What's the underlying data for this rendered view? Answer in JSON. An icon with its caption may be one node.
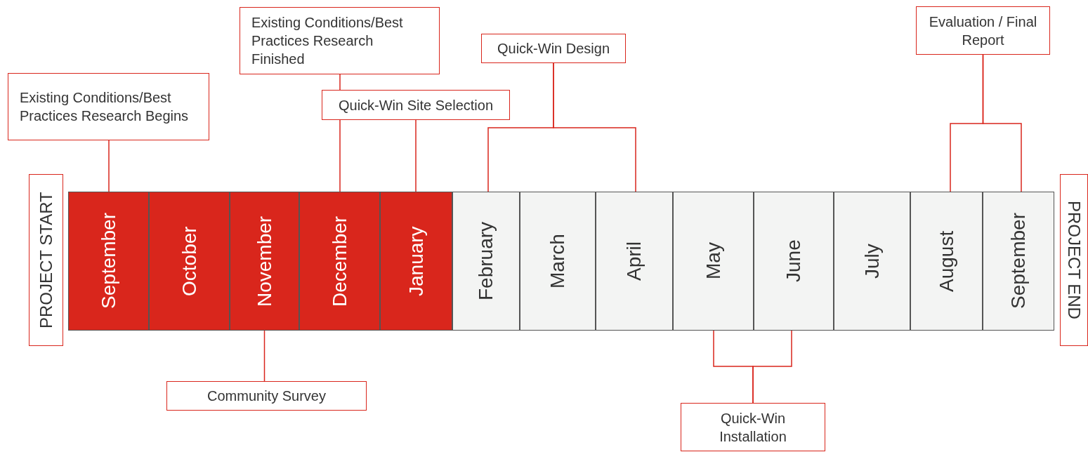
{
  "diagram": {
    "nodes": [
      {
        "text": [
          "PROJECT START"
        ]
      },
      {
        "text": [
          "Existing Conditions/Best Practices Research Begins"
        ]
      },
      {
        "text": [
          "Existing Conditions/Best Practices Research Finished"
        ]
      },
      {
        "text": [
          "Quick-Win Site Selection"
        ]
      },
      {
        "text": [
          "Quick-Win Design"
        ]
      },
      {
        "text": [
          "Evaluation / Final Report"
        ]
      },
      {
        "text": [
          "September"
        ]
      },
      {
        "text": [
          "October"
        ]
      },
      {
        "text": [
          "November"
        ]
      },
      {
        "text": [
          "December"
        ]
      },
      {
        "text": [
          "January"
        ]
      },
      {
        "text": [
          "February"
        ]
      },
      {
        "text": [
          "March"
        ]
      },
      {
        "text": [
          "April"
        ]
      },
      {
        "text": [
          "May"
        ]
      },
      {
        "text": [
          "June"
        ]
      },
      {
        "text": [
          "July"
        ]
      },
      {
        "text": [
          "August"
        ]
      },
      {
        "text": [
          "September"
        ]
      },
      {
        "text": [
          "PROJECT END"
        ]
      },
      {
        "text": [
          "Community Survey"
        ]
      },
      {
        "text": [
          "Quick-Win Installation"
        ]
      }
    ],
    "edges": [
      {
        "from": 1,
        "to": 6,
        "arrow": "none"
      },
      {
        "from": 2,
        "to": 9,
        "arrow": "none"
      },
      {
        "from": 3,
        "to": 10,
        "arrow": "none"
      },
      {
        "from": 4,
        "to": 11,
        "arrow": "none"
      },
      {
        "from": 4,
        "to": 13,
        "arrow": "none"
      },
      {
        "from": 5,
        "to": 17,
        "arrow": "none"
      },
      {
        "from": 5,
        "to": 18,
        "arrow": "none"
      },
      {
        "from": 20,
        "to": 8,
        "arrow": "none"
      },
      {
        "from": 21,
        "to": 14,
        "arrow": "none"
      },
      {
        "from": 21,
        "to": 15,
        "arrow": "none"
      }
    ]
  }
}
